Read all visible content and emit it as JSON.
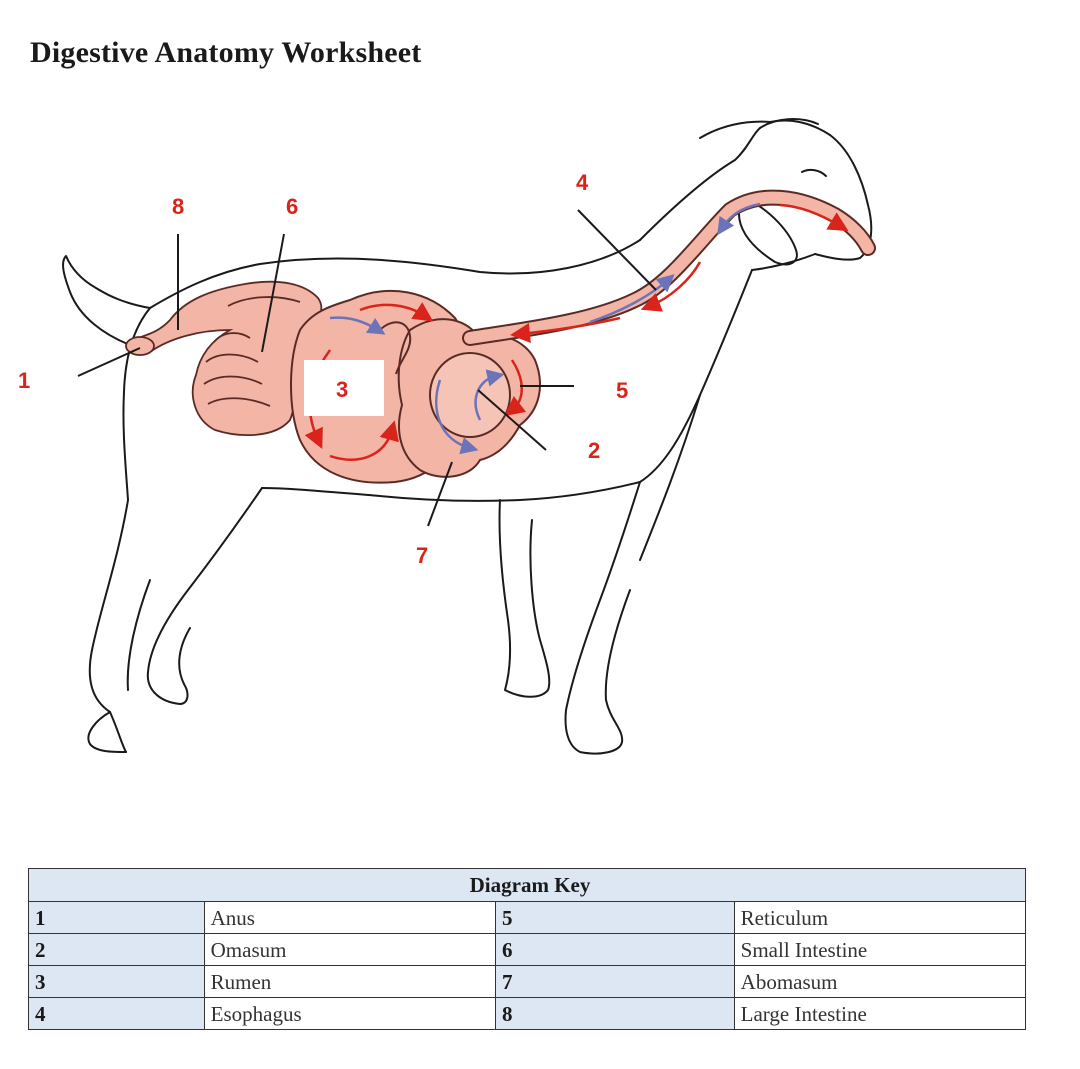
{
  "title": "Digestive Anatomy Worksheet",
  "labels": [
    "1",
    "2",
    "3",
    "4",
    "5",
    "6",
    "7",
    "8"
  ],
  "colors": {
    "label_red": "#d9241b",
    "organ_pink": "#f2b5a6",
    "organ_outline": "#5a2b25",
    "arrow_red": "#d9241b",
    "arrow_blue": "#6b74b8",
    "table_header_blue": "#dce7f3"
  },
  "key": {
    "heading": "Diagram Key",
    "rows": [
      {
        "n1": "1",
        "t1": "Anus",
        "n2": "5",
        "t2": "Reticulum"
      },
      {
        "n1": "2",
        "t1": "Omasum",
        "n2": "6",
        "t2": "Small Intestine"
      },
      {
        "n1": "3",
        "t1": "Rumen",
        "n2": "7",
        "t2": "Abomasum"
      },
      {
        "n1": "4",
        "t1": "Esophagus",
        "n2": "8",
        "t2": "Large Intestine"
      }
    ]
  }
}
